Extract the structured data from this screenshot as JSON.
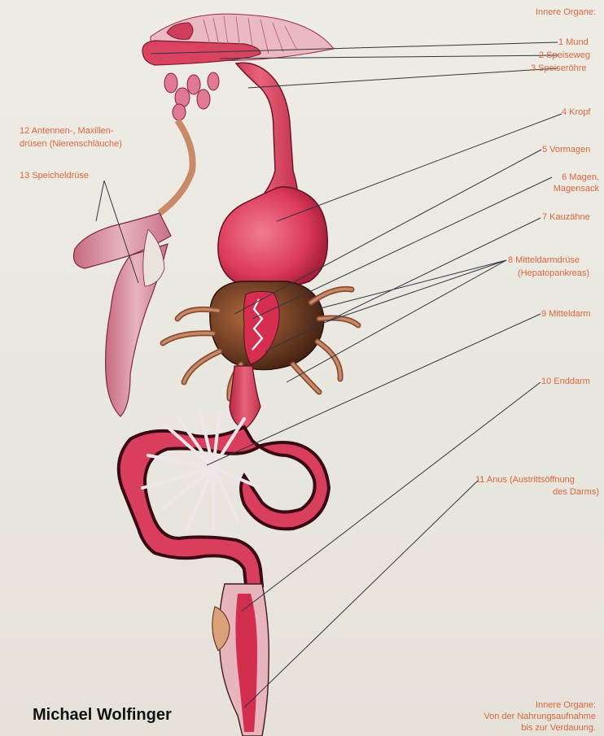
{
  "heading": "Innere Organe:",
  "labels": {
    "mund": "1 Mund",
    "speiseweg": "2 Speiseweg",
    "speiseroehre": "3 Speiseröhre",
    "kropf": "4 Kropf",
    "vormagen": "5 Vormagen",
    "magen_1": "6 Magen,",
    "magen_2": "Magensack",
    "kauzaehne": "7 Kauzähne",
    "mitteldarmdruese_1": "8 Mitteldarmdrüse",
    "mitteldarmdruese_2": "(Hepatopankreas)",
    "mitteldarm": "9 Mitteldarm",
    "enddarm": "10 Enddarm",
    "anus_1": "11 Anus (Austrittsöffnung",
    "anus_2": "des Darms)",
    "antennen_1": "12 Antennen-, Maxillen-",
    "antennen_2": "drüsen (Nierenschläuche)",
    "speicheldruese": "13 Speicheldrüse"
  },
  "caption_1": "Innere Organe:",
  "caption_2": "Von der Nahrungsaufnahme",
  "caption_3": "bis zur Verdauung.",
  "credit": "Michael Wolfinger",
  "colors": {
    "label": "#d9663c",
    "tissue": "#d93f5c",
    "tissue_dark": "#a8283f",
    "gland": "#c98a6a",
    "stomach_brown": "#6b3a22",
    "background": "#ece9e2"
  }
}
